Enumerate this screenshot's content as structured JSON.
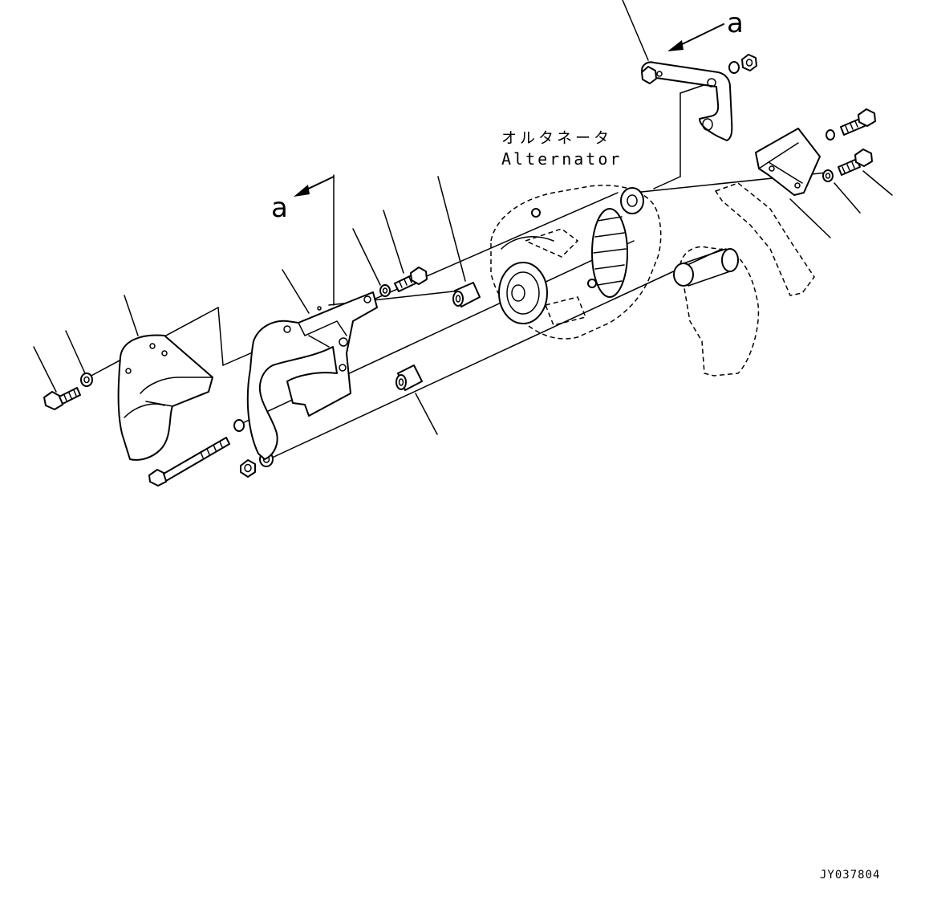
{
  "labels": {
    "alternator_jp": "オルタネータ",
    "alternator_en": "Alternator",
    "view_marker_top": "a",
    "view_marker_left": "a",
    "drawing_id": "JY037804"
  },
  "colors": {
    "ink": "#000000",
    "paper": "#ffffff"
  }
}
